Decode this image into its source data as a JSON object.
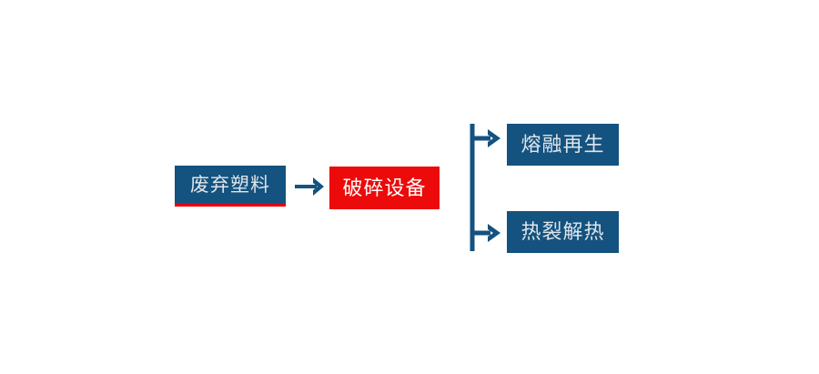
{
  "diagram": {
    "title": "",
    "type": "process-flow",
    "colors": {
      "node_blue": "#14527f",
      "node_red": "#ec0a0a",
      "accent_red": "#e8000d",
      "connector_blue": "#14527f",
      "label_text": "#dfe5ea",
      "process_text": "#ffffff",
      "background": "#ffffff"
    },
    "nodes": {
      "source": {
        "label": "废弃塑料",
        "role": "input-material",
        "fill": "#14527f",
        "has_accent_underline": true
      },
      "process": {
        "label": "破碎设备",
        "role": "processing-equipment",
        "fill": "#ec0a0a"
      },
      "output_top": {
        "label": "熔融再生",
        "role": "output-branch",
        "fill": "#14527f"
      },
      "output_bottom": {
        "label": "热裂解热",
        "role": "output-branch",
        "fill": "#14527f"
      }
    },
    "connectors": {
      "main_arrow": {
        "icon": "arrow-right-icon",
        "from": "source",
        "to": "process"
      },
      "branch_split": {
        "icon": "branch-split-arrows-icon",
        "from": "process",
        "to": [
          "output_top",
          "output_bottom"
        ],
        "branch_count": 2
      }
    }
  }
}
